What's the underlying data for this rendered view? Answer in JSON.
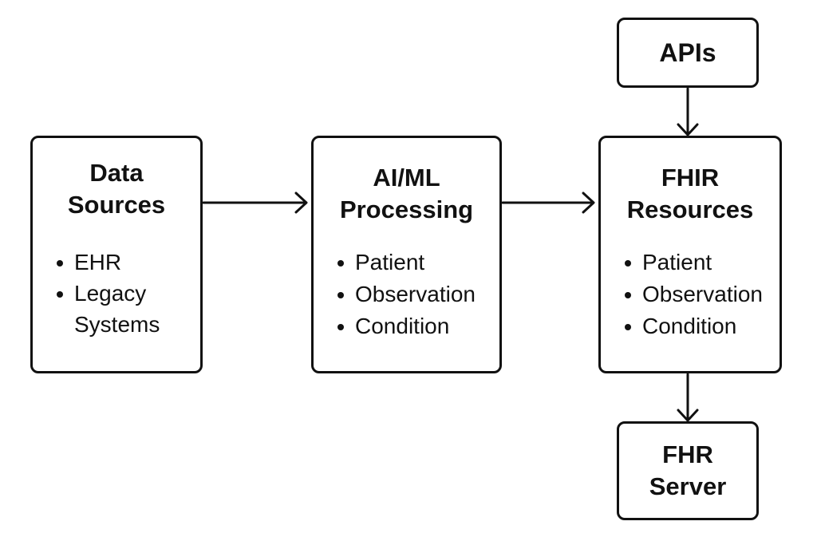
{
  "nodes": {
    "data_sources": {
      "title": "Data\nSources",
      "items": [
        "EHR",
        "Legacy\nSystems"
      ]
    },
    "ai_ml": {
      "title": "AI/ML\nProcessing",
      "items": [
        "Patient",
        "Observation",
        "Condition"
      ]
    },
    "fhir": {
      "title": "FHIR\nResources",
      "items": [
        "Patient",
        "Observation",
        "Condition"
      ]
    },
    "apis": {
      "title": "APIs"
    },
    "server": {
      "title": "FHR\nServer"
    }
  },
  "colors": {
    "stroke": "#111111",
    "background": "#ffffff"
  }
}
